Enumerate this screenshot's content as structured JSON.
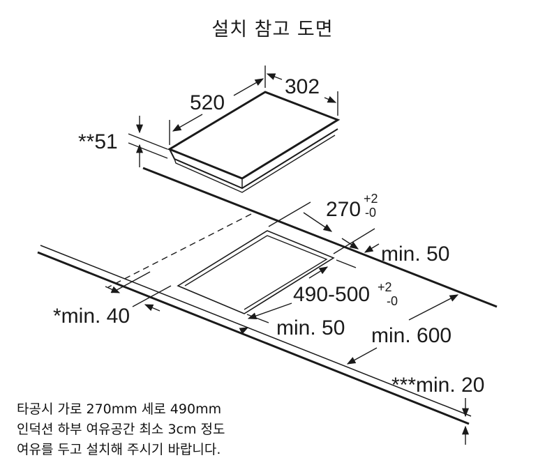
{
  "title": "설치 참고 도면",
  "hob": {
    "width_label": "520",
    "depth_label": "302",
    "height_label": "**51"
  },
  "cutout": {
    "depth_label": "270",
    "depth_tol_plus": "+2",
    "depth_tol_minus": "-0",
    "width_label": "490-500",
    "width_tol_plus": "+2",
    "width_tol_minus": "-0"
  },
  "clearances": {
    "back_wall": "min. 50",
    "front_edge": "*min. 40",
    "side": "min. 50",
    "wall_cabinet": "min. 600",
    "below": "***min. 20"
  },
  "notes": [
    "타공시 가로 270mm 세로 490mm",
    "인덕션 하부 여유공간 최소 3cm 정도",
    "여유를 두고 설치해 주시기 바랍니다."
  ],
  "colors": {
    "line": "#1a1a1a",
    "background": "#ffffff"
  }
}
